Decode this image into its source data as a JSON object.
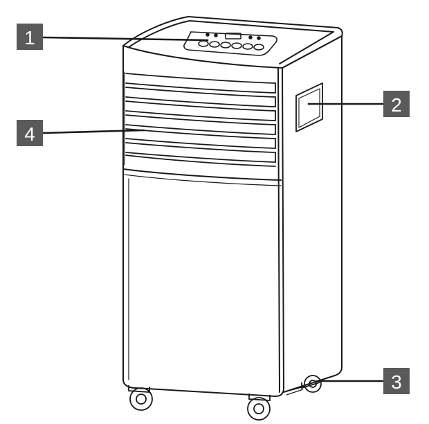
{
  "callouts": [
    {
      "id": "1",
      "label": "1"
    },
    {
      "id": "2",
      "label": "2"
    },
    {
      "id": "3",
      "label": "3"
    },
    {
      "id": "4",
      "label": "4"
    }
  ],
  "colors": {
    "callout_box": "#5a5a5a",
    "line_art": "#1a1a1a",
    "background": "#ffffff"
  }
}
